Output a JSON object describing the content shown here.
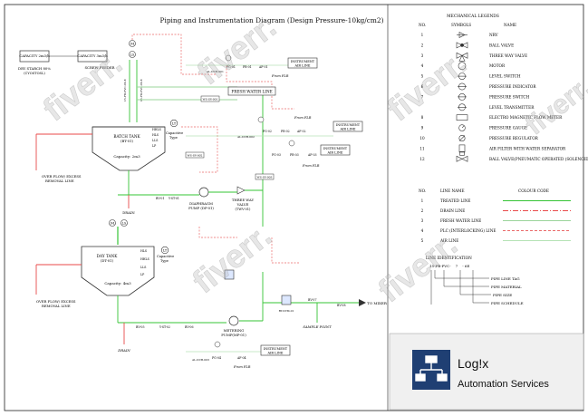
{
  "title": "Piping and Instrumentation Diagram (Design Pressure-10kg/cm2)",
  "colors": {
    "treated": "#35c435",
    "drain": "#e84a4a",
    "fresh": "#9bd49b",
    "plc": "#ea6a6a",
    "air": "#b6e3b6",
    "line": "#222222",
    "instrument": "#555555",
    "logo_bg": "#1f3f73",
    "logo_panel": "#f0f0f0"
  },
  "legend": {
    "heading": "MECHANICAL LEGENDS",
    "col_no": "NO.",
    "col_symbols": "SYMBOLS",
    "col_name": "NAME",
    "items": [
      {
        "no": "1",
        "symbol": "nrv-symbol",
        "name": "NRV"
      },
      {
        "no": "2",
        "symbol": "ball-valve-symbol",
        "name": "BALL VALVE"
      },
      {
        "no": "3",
        "symbol": "three-way-valve-symbol",
        "name": "THREE WAY VALVE"
      },
      {
        "no": "4",
        "symbol": "motor-symbol",
        "name": "MOTOR"
      },
      {
        "no": "5",
        "symbol": "level-switch-symbol",
        "name": "LEVEL SWITCH"
      },
      {
        "no": "6",
        "symbol": "pressure-indicator-symbol",
        "name": "PRESSURE INDICATOR"
      },
      {
        "no": "7",
        "symbol": "pressure-switch-symbol",
        "name": "PRESSURE SWITCH"
      },
      {
        "no": "",
        "symbol": "level-transmitter-symbol",
        "name": "LEVEL TRANSMITTER"
      },
      {
        "no": "8",
        "symbol": "flow-meter-symbol",
        "name": "ELECTRO MAGNETIC FLOW METER"
      },
      {
        "no": "9",
        "symbol": "pressure-gauge-symbol",
        "name": "PRESSURE GAUGE"
      },
      {
        "no": "10",
        "symbol": "pressure-regulator-symbol",
        "name": "PRESSURE REGULATOR"
      },
      {
        "no": "11",
        "symbol": "air-filter-symbol",
        "name": "AIR FILTER WITH WATER SEPARATOR"
      },
      {
        "no": "12",
        "symbol": "pneumatic-valve-symbol",
        "name": "BALL VALVE(PNEUMATIC OPERATED (SOLENOID VALVE))"
      }
    ]
  },
  "lines": {
    "col_no": "NO.",
    "col_name": "LINE NAME",
    "col_code": "COLOUR CODE",
    "items": [
      {
        "no": "1",
        "name": "TREATED LINE",
        "style": "treated"
      },
      {
        "no": "2",
        "name": "DRAIN LINE",
        "style": "drain"
      },
      {
        "no": "3",
        "name": "FRESH WATER LINE",
        "style": "fresh"
      },
      {
        "no": "4",
        "name": "PLC (INTERLOCKING) LINE",
        "style": "plc"
      },
      {
        "no": "5",
        "name": "AIR LINE",
        "style": "air"
      }
    ]
  },
  "line_id": {
    "heading": "LINE IDENTIFICATION",
    "code": "15-FB-PVC-    7    - 6E",
    "labels": [
      "PIPE LINE TAG",
      "PIPE MATERIAL",
      "PIPE SIZE",
      "PIPE SCHEDULE"
    ]
  },
  "labels": {
    "capacity_left": "CAPACITY 2m3/h",
    "capacity_right": "CAPACITY 3m3/h",
    "dry_starch": "DRY STARCH 80%",
    "dry_starch_sub": "(CYOSTOSL)",
    "screw_feeder": "SCREW FEEDER",
    "fresh_water": "FRESH WATER LINE",
    "batch_tank": "BATCH TANK",
    "batch_tank_tag": "(BT-01)",
    "batch_capacity": "Capacity: 2m3",
    "capacitive": "Capacitive",
    "capacitive_type": "Type",
    "overflow": "OVER FLOW/ EXCESS",
    "overflow_sub": "REMOVAL LINE",
    "drain": "DRAIN",
    "day_tank": "DAY TANK",
    "day_tank_tag": "(DT-01)",
    "day_capacity": "Capacity: 4m3",
    "diaphragm": "DIAPHRAGM",
    "diaphragm_sub": "PUMP (DP-01)",
    "three_way": "THREE WAY",
    "three_way_sub": "VALVE",
    "three_way_tag": "(TWV-01)",
    "instrument_air": "INSTRUMENT",
    "instrument_air_sub": "AIR LINE",
    "from_flr": "From FLR",
    "metering": "METERING",
    "metering_sub": "PUMP(MP-01)",
    "sample_point": "SAMPLE POINT",
    "to_mixer": "TO MIXER",
    "drain_bottom": "DRAIN",
    "hhls": "HHLS",
    "hls": "HLS",
    "lls": "LLS",
    "lt": "LT",
    "lp": "LP",
    "m": "M",
    "ls": "LS",
    "pg01": "PG-01",
    "pg02": "PG-02",
    "pg03": "PG-03",
    "pg04": "PG-04",
    "pr01": "PR-01",
    "pr02": "PR-02",
    "pr03": "PR-03",
    "af01": "AF-01",
    "af02": "AF-02",
    "af03": "AF-03",
    "af04": "AF-04",
    "bv01": "BV-01",
    "bv02": "BV-02",
    "bv03": "BV-03",
    "bv04": "BV-04",
    "bv05": "BV-05",
    "bv06": "BV-06",
    "bv07": "BV-07",
    "bv08": "BV-08",
    "bv09": "BV-09",
    "nrv01": "NRV-01",
    "yst01": "Y-ST-01",
    "yst02": "Y-ST-02",
    "ws01": "WS-SV-001",
    "ws02": "WS-SV-002",
    "ws03": "WS-SV-003",
    "aldv": "AL-DCB-001",
    "aldv2": "AL-DCB-002",
    "aldv3": "AL-DCB-003",
    "bstem": "BT-STM-01",
    "pipe_tag_vertical": "15-FB-PVC-06-E",
    "pipe_tag_vertical2": "15-FB-PVC-06-E"
  },
  "watermark": "fiverr.",
  "logo": {
    "brand": "Log!x",
    "sub": "Automation Services"
  }
}
